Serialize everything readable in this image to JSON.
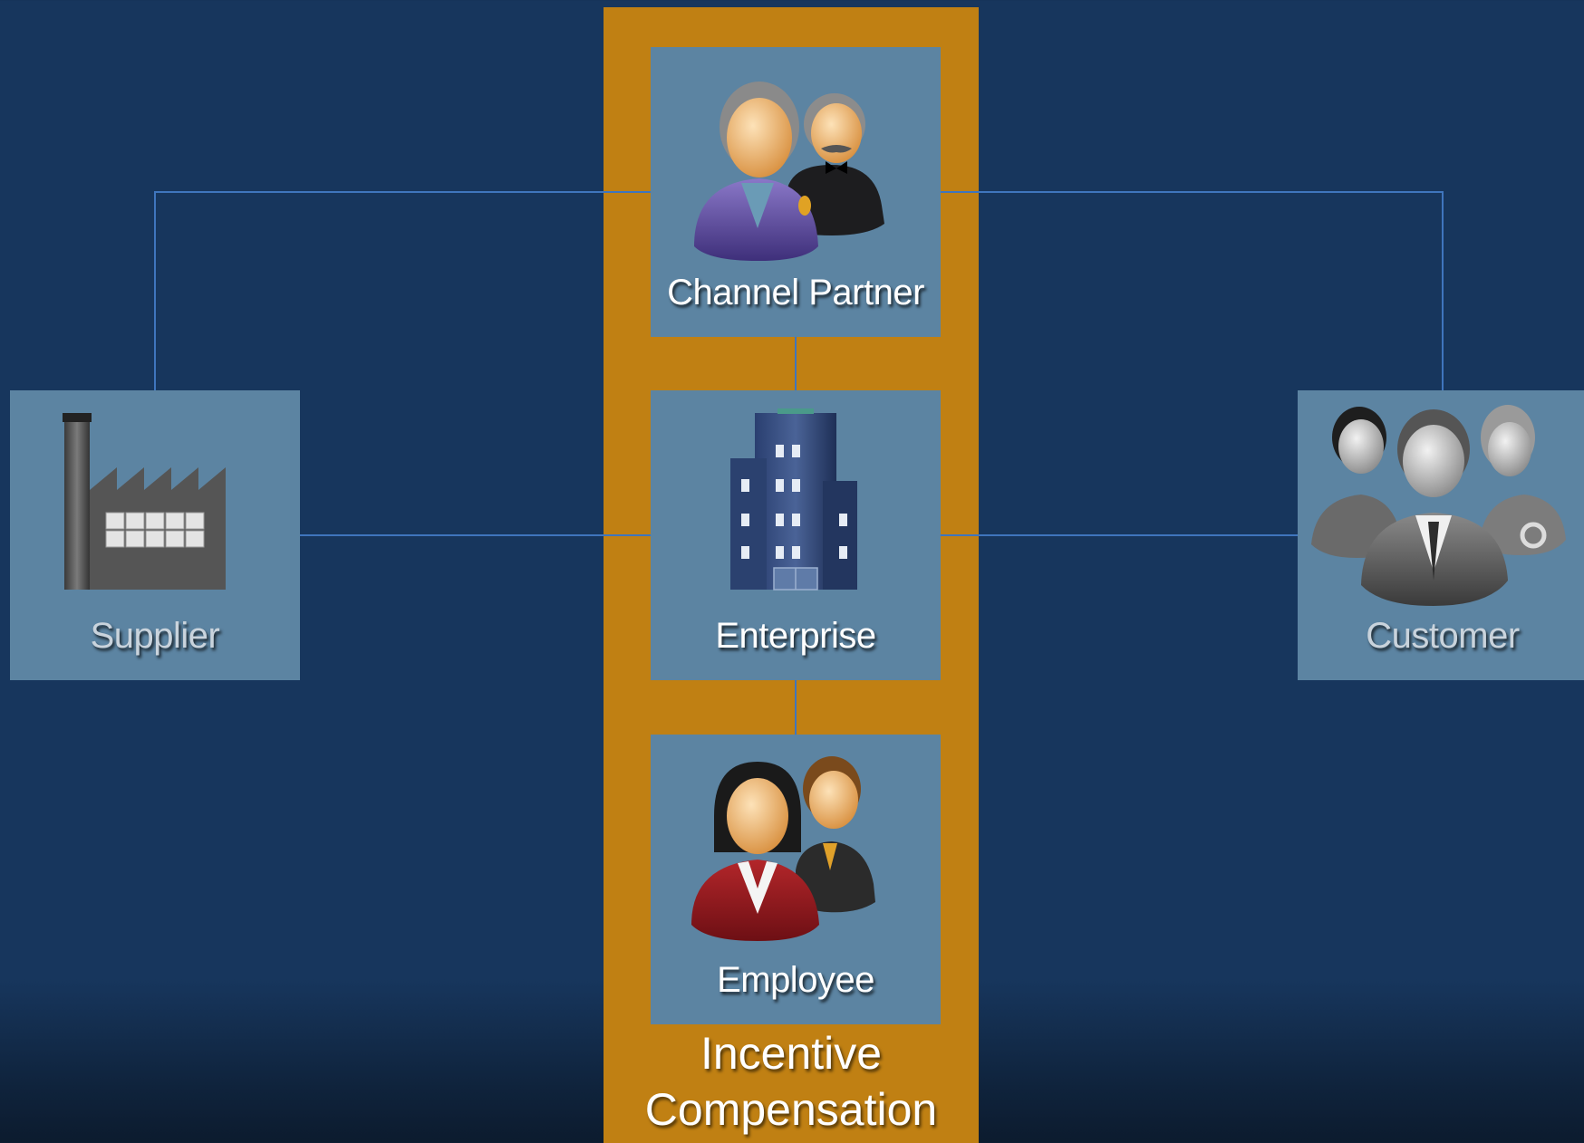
{
  "nodes": {
    "channel_partner": {
      "label": "Channel Partner",
      "icon": "business-partners-icon"
    },
    "enterprise": {
      "label": "Enterprise",
      "icon": "office-building-icon"
    },
    "employee": {
      "label": "Employee",
      "icon": "employees-icon"
    },
    "supplier": {
      "label": "Supplier",
      "icon": "factory-icon"
    },
    "customer": {
      "label": "Customer",
      "icon": "customers-group-icon"
    }
  },
  "band": {
    "title_line1": "Incentive",
    "title_line2": "Compensation"
  },
  "colors": {
    "background": "#17365d",
    "band": "#c08013",
    "tile": "#5c84a2",
    "connector": "#3f75bd"
  }
}
